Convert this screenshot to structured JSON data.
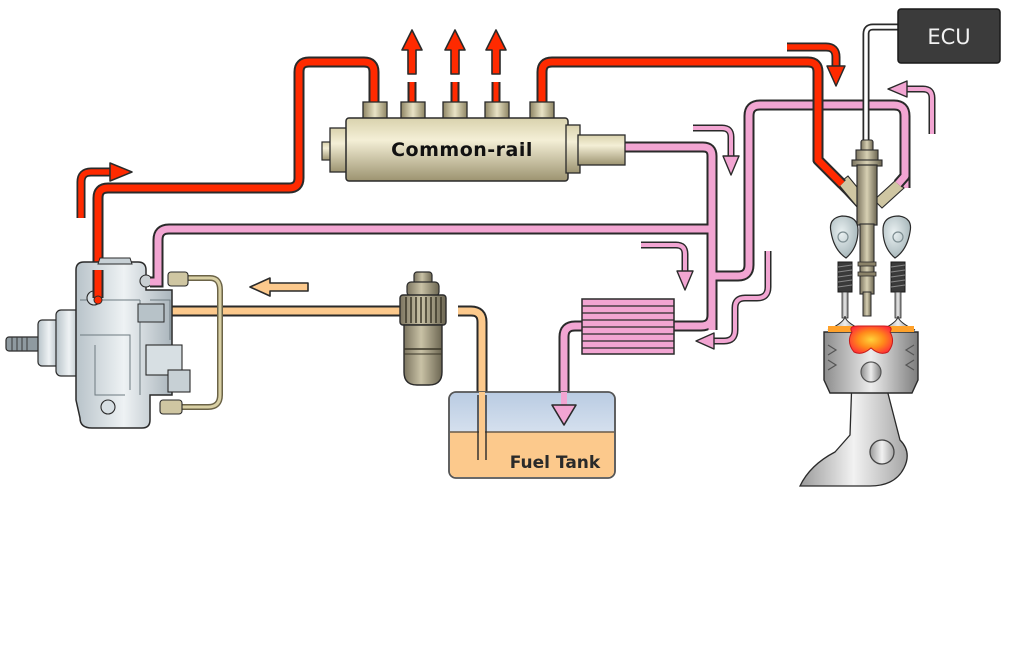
{
  "diagram": {
    "title": "Common-rail diesel fuel injection system",
    "labels": {
      "common_rail": "Common-rail",
      "fuel_tank": "Fuel Tank",
      "ecu": "ECU"
    },
    "components": [
      {
        "id": "high-pressure-pump",
        "name": "High-pressure pump"
      },
      {
        "id": "common-rail",
        "name": "Common-rail"
      },
      {
        "id": "fuel-filter",
        "name": "Fuel filter"
      },
      {
        "id": "fuel-tank",
        "name": "Fuel Tank"
      },
      {
        "id": "fuel-cooler",
        "name": "Fuel cooler"
      },
      {
        "id": "injector",
        "name": "Injector"
      },
      {
        "id": "ecu",
        "name": "ECU"
      },
      {
        "id": "engine-cylinder",
        "name": "Piston, valves and connecting rod"
      }
    ],
    "lines": [
      {
        "id": "high-pressure",
        "color": "#ff2a00",
        "meaning": "High-pressure fuel (pump → rail → injectors)"
      },
      {
        "id": "return",
        "color": "#f2a5d2",
        "meaning": "Return fuel (rail/injector/pump → cooler → tank)"
      },
      {
        "id": "supply",
        "color": "#fcc98c",
        "meaning": "Low-pressure supply (tank → filter → pump)"
      },
      {
        "id": "control",
        "color": "#ffffff",
        "meaning": "ECU control signal to injector"
      }
    ],
    "colors": {
      "high_pressure": "#ff2a00",
      "return": "#f2a5d2",
      "supply": "#fcc98c",
      "fuel_in_tank": "#fcc98c",
      "ecu_box": "#3b3b3b",
      "outline": "#2a2a2a"
    }
  }
}
